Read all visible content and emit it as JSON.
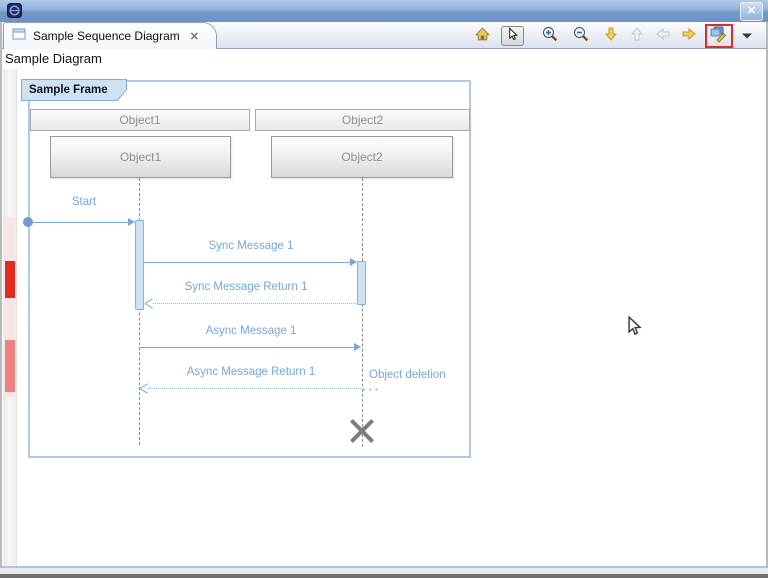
{
  "window": {
    "title": "",
    "close_glyph": "✕"
  },
  "tab": {
    "label": "Sample Sequence Diagram",
    "close_glyph": "✕"
  },
  "breadcrumb": {
    "label": "Sample Diagram"
  },
  "toolbar": {
    "buttons": [
      {
        "name": "home",
        "enabled": true
      },
      {
        "name": "select",
        "enabled": true,
        "pressed": true
      },
      {
        "name": "zoom-in",
        "enabled": true
      },
      {
        "name": "zoom-out",
        "enabled": true
      },
      {
        "name": "scroll-down",
        "enabled": true
      },
      {
        "name": "scroll-up",
        "enabled": false
      },
      {
        "name": "scroll-left",
        "enabled": false
      },
      {
        "name": "scroll-right",
        "enabled": true
      },
      {
        "name": "edit-mode",
        "enabled": true,
        "highlighted": true
      },
      {
        "name": "view-menu",
        "enabled": true
      }
    ]
  },
  "diagram": {
    "frame_label": "Sample Frame",
    "lifelines": [
      {
        "header": "Object1",
        "box": "Object1"
      },
      {
        "header": "Object2",
        "box": "Object2"
      }
    ],
    "messages": [
      {
        "label": "Start",
        "kind": "sync"
      },
      {
        "label": "Sync Message 1",
        "kind": "sync"
      },
      {
        "label": "Sync Message Return 1",
        "kind": "return"
      },
      {
        "label": "Async Message 1",
        "kind": "async"
      },
      {
        "label": "Async Message Return 1",
        "kind": "return"
      }
    ],
    "deletion_label": "Object deletion",
    "deletion_dots": "···"
  },
  "colors": {
    "message_blue": "#74a8d8",
    "frame_border": "#adcbe8",
    "marker_red": "#e32a21",
    "marker_salmon": "#ef8080",
    "highlight_red": "#dd2b2b",
    "titlebar_blue": "#7fa5d2"
  }
}
